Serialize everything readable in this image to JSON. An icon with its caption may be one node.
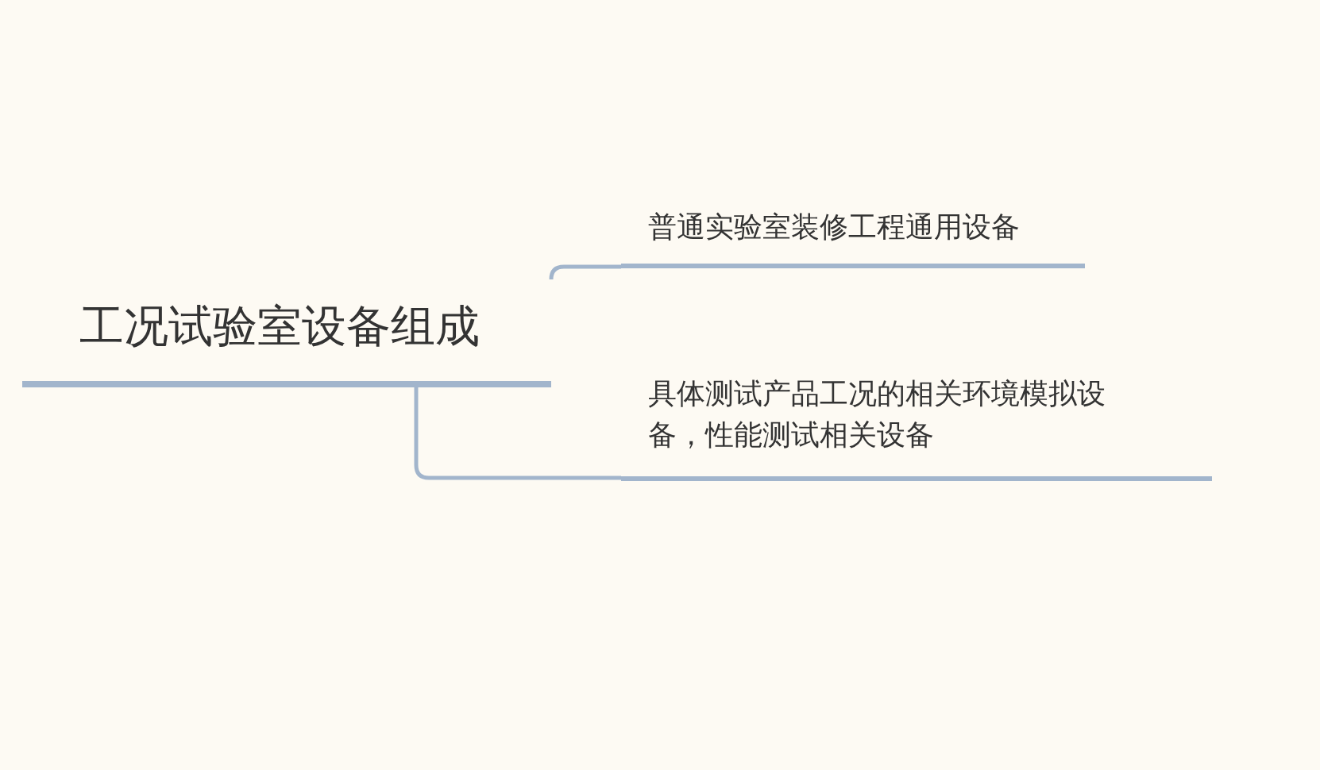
{
  "diagram": {
    "nodes": [
      {
        "text": [
          "工况试验室设备组成"
        ]
      },
      {
        "text": [
          "普通实验室装修工程通用设备"
        ]
      },
      {
        "text": [
          "具体测试产品工况的相关环境模拟设备，性能测试相关设备"
        ]
      }
    ],
    "edges": [
      {
        "from": 0,
        "to": 1,
        "arrow": "none"
      },
      {
        "from": 0,
        "to": 2,
        "arrow": "none"
      }
    ]
  }
}
